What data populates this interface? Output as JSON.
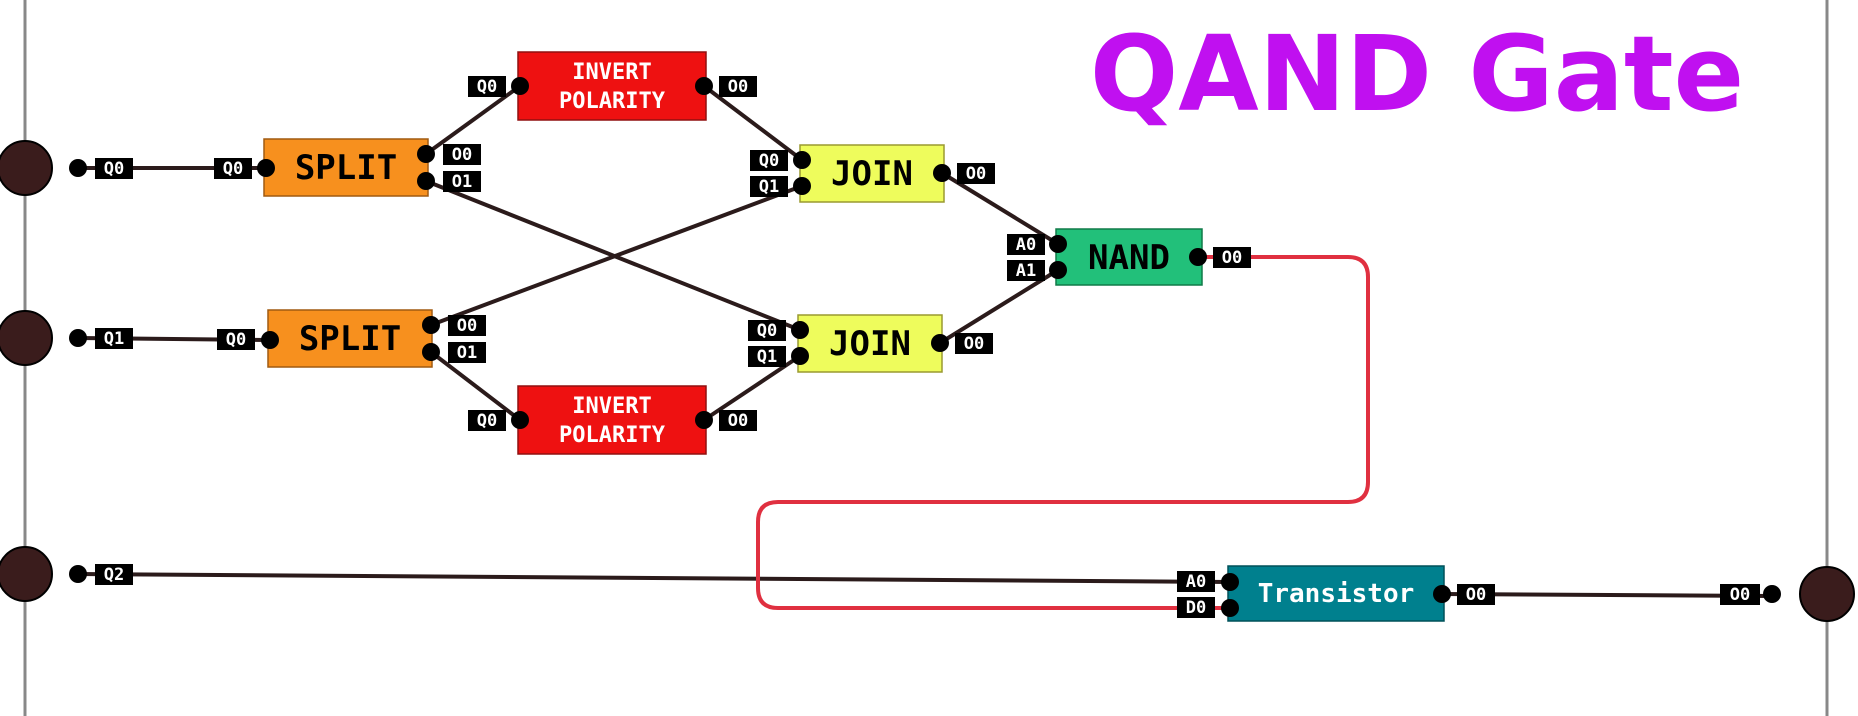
{
  "title": "QAND Gate",
  "colors": {
    "title": "#c010f0",
    "split": "#f7901e",
    "invert": "#ee1111",
    "join": "#eefc5c",
    "nand": "#22c07a",
    "transistor": "#00808e",
    "wire": "#2b1b1b",
    "classical_wire": "#e03040",
    "terminal": "#3a1c1c",
    "rail": "#888888",
    "port_label_bg": "#000000"
  },
  "inputs": [
    {
      "id": "in-q0",
      "label": "Q0"
    },
    {
      "id": "in-q1",
      "label": "Q1"
    },
    {
      "id": "in-q2",
      "label": "Q2"
    }
  ],
  "output": {
    "id": "out-o0",
    "label": "O0"
  },
  "nodes": [
    {
      "id": "split-1",
      "kind": "split",
      "label": "SPLIT",
      "inputs": [
        "Q0"
      ],
      "outputs": [
        "O0",
        "O1"
      ]
    },
    {
      "id": "split-2",
      "kind": "split",
      "label": "SPLIT",
      "inputs": [
        "Q0"
      ],
      "outputs": [
        "O0",
        "O1"
      ]
    },
    {
      "id": "invert-1",
      "kind": "invert",
      "label": "INVERT POLARITY",
      "inputs": [
        "Q0"
      ],
      "outputs": [
        "O0"
      ]
    },
    {
      "id": "invert-2",
      "kind": "invert",
      "label": "INVERT POLARITY",
      "inputs": [
        "Q0"
      ],
      "outputs": [
        "O0"
      ]
    },
    {
      "id": "join-1",
      "kind": "join",
      "label": "JOIN",
      "inputs": [
        "Q0",
        "Q1"
      ],
      "outputs": [
        "O0"
      ]
    },
    {
      "id": "join-2",
      "kind": "join",
      "label": "JOIN",
      "inputs": [
        "Q0",
        "Q1"
      ],
      "outputs": [
        "O0"
      ]
    },
    {
      "id": "nand",
      "kind": "nand",
      "label": "NAND",
      "inputs": [
        "A0",
        "A1"
      ],
      "outputs": [
        "O0"
      ]
    },
    {
      "id": "transistor",
      "kind": "transistor",
      "label": "Transistor",
      "inputs": [
        "A0",
        "D0"
      ],
      "outputs": [
        "O0"
      ]
    }
  ],
  "edges": [
    {
      "from": "in-q0",
      "to": "split-1.Q0",
      "type": "quantum"
    },
    {
      "from": "in-q1",
      "to": "split-2.Q0",
      "type": "quantum"
    },
    {
      "from": "split-1.O0",
      "to": "invert-1.Q0",
      "type": "quantum"
    },
    {
      "from": "split-1.O1",
      "to": "join-2.Q0",
      "type": "quantum"
    },
    {
      "from": "split-2.O0",
      "to": "join-1.Q1",
      "type": "quantum"
    },
    {
      "from": "split-2.O1",
      "to": "invert-2.Q0",
      "type": "quantum"
    },
    {
      "from": "invert-1.O0",
      "to": "join-1.Q0",
      "type": "quantum"
    },
    {
      "from": "invert-2.O0",
      "to": "join-2.Q1",
      "type": "quantum"
    },
    {
      "from": "join-1.O0",
      "to": "nand.A0",
      "type": "quantum"
    },
    {
      "from": "join-2.O0",
      "to": "nand.A1",
      "type": "quantum"
    },
    {
      "from": "nand.O0",
      "to": "transistor.D0",
      "type": "classical"
    },
    {
      "from": "in-q2",
      "to": "transistor.A0",
      "type": "quantum"
    },
    {
      "from": "transistor.O0",
      "to": "out-o0",
      "type": "quantum"
    }
  ]
}
